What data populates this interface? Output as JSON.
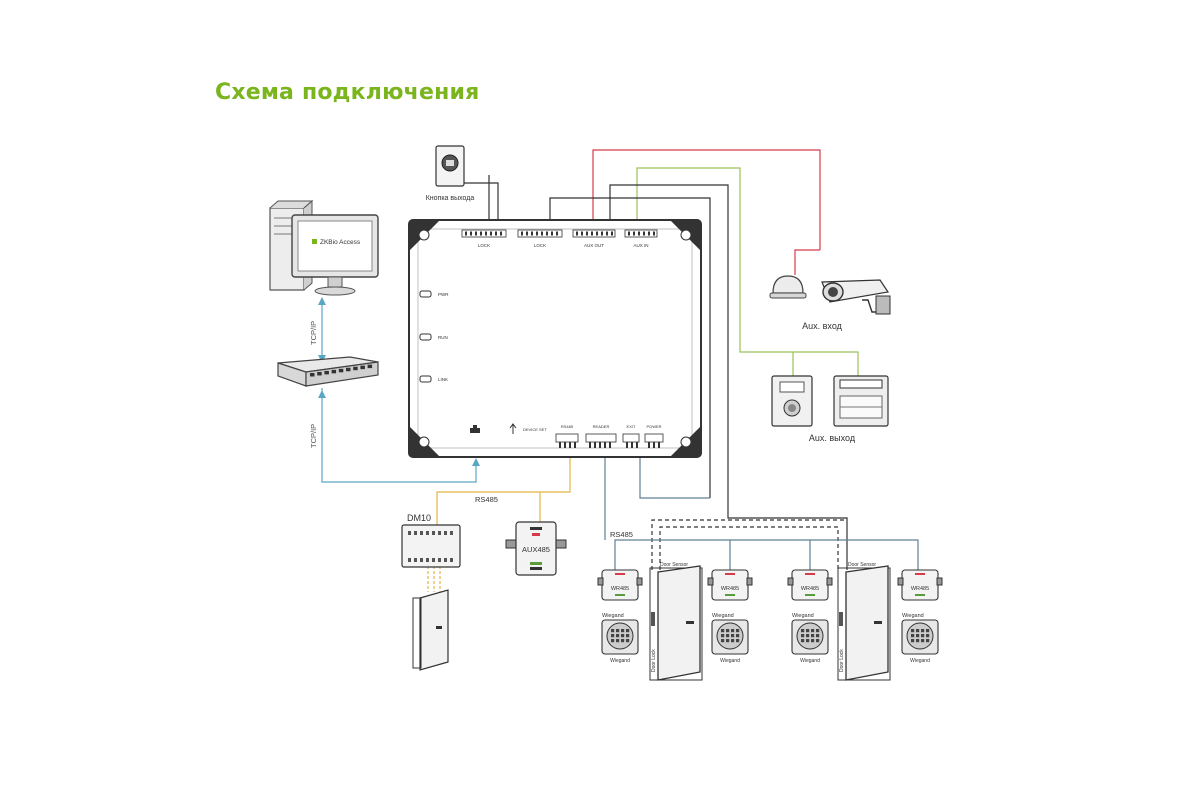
{
  "title": "Схема подключения",
  "labels": {
    "exit_button": "Кнопка выхода",
    "software": "ZKBio Access",
    "tcpip_top": "TCP/IP",
    "tcpip_bottom": "TCP/IP",
    "rs485_a": "RS485",
    "rs485_b": "RS485",
    "dm10": "DM10",
    "aux485": "AUX485",
    "aux_in": "Aux. вход",
    "aux_out": "Aux. выход",
    "door_sensor": "Door Sensor",
    "door_lock": "Door Lock",
    "wiegand": "Wiegand",
    "reader": "Wiegand",
    "wr485": "WR485"
  },
  "panel": {
    "top_terminals": [
      "LOCK",
      "LOCK",
      "AUX OUT",
      "AUX IN"
    ],
    "leds": [
      "PWR",
      "RUN",
      "LINK"
    ],
    "bottom_terminals": [
      "RS485",
      "READER",
      "EXIT",
      "POWER"
    ],
    "bottom_left": "DEVICE SET"
  },
  "colors": {
    "title": "#7ab51d",
    "red_wire": "#d63b4b",
    "green_wire": "#9cc25a",
    "olive_wire": "#b7b24a",
    "blue_wire": "#5aa7c4",
    "yellow_wire": "#e3b446",
    "dark_wire": "#333333",
    "steel_wire": "#5f7f95"
  }
}
